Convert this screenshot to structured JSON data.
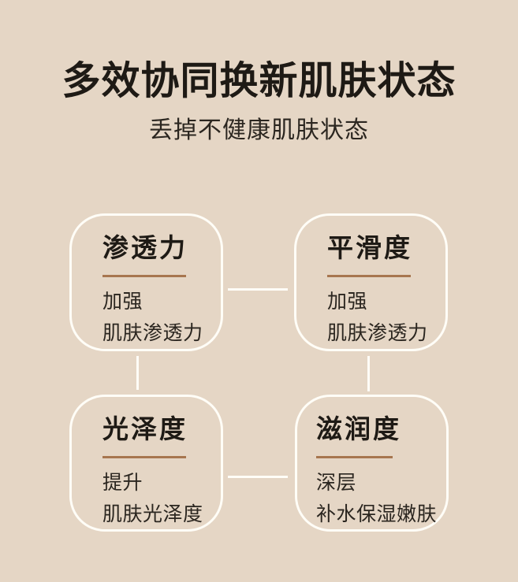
{
  "page": {
    "title": "多效协同换新肌肤状态",
    "subtitle": "丢掉不健康肌肤状态"
  },
  "cards": [
    {
      "title": "渗透力",
      "lines": [
        "加强",
        "肌肤渗透力"
      ]
    },
    {
      "title": "平滑度",
      "lines": [
        "加强",
        "肌肤渗透力"
      ]
    },
    {
      "title": "光泽度",
      "lines": [
        "提升",
        "肌肤光泽度"
      ]
    },
    {
      "title": "滋润度",
      "lines": [
        "深层",
        "补水保湿嫩肤"
      ]
    }
  ],
  "colors": {
    "background": "#e5d6c5",
    "card_border": "#fffdf7",
    "underline": "#a7764f",
    "text": "#1e1a15",
    "text_soft": "#2b2620",
    "connector": "#fffdf7"
  }
}
